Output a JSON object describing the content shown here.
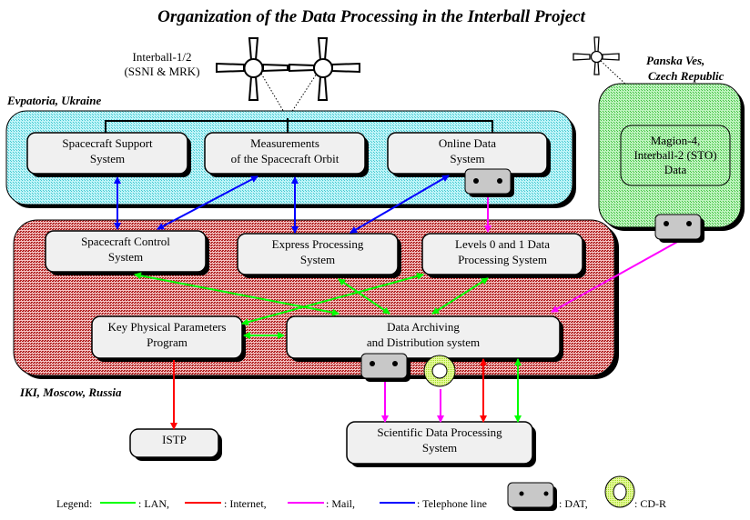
{
  "title": "Organization of the Data Processing in the Interball Project",
  "satellites": {
    "main_label_line1": "Interball-1/2",
    "main_label_line2": "(SSNI & MRK)"
  },
  "regions": {
    "evpatoria": {
      "label": "Evpatoria, Ukraine",
      "color": "#66e0e8"
    },
    "iki": {
      "label": "IKI, Moscow, Russia",
      "color": "#c83c3c"
    },
    "panska": {
      "label_line1": "Panska Ves,",
      "label_line2": "Czech Republic",
      "color": "#7ee07e"
    }
  },
  "boxes": {
    "spacecraft_support": [
      "Spacecraft Support",
      "System"
    ],
    "measurements_orbit": [
      "Measurements",
      "of the Spacecraft Orbit"
    ],
    "online_data": [
      "Online Data",
      "System"
    ],
    "magion": [
      "Magion-4,",
      "Interball-2 (STO)",
      "Data"
    ],
    "spacecraft_control": [
      "Spacecraft Control",
      "System"
    ],
    "express_processing": [
      "Express Processing",
      "System"
    ],
    "levels_01": [
      "Levels 0 and 1 Data",
      "Processing System"
    ],
    "key_physical": [
      "Key Physical Parameters",
      "Program"
    ],
    "data_archiving": [
      "Data Archiving",
      "and Distribution system"
    ],
    "istp": [
      "ISTP"
    ],
    "scientific": [
      "Scientific Data Processing",
      "System"
    ]
  },
  "colors": {
    "lan": "#00ff00",
    "internet": "#ff0000",
    "mail": "#ff00ff",
    "telephone": "#0000ff",
    "box_fill": "#f0f0f0",
    "dat_fill": "#c8c8c8",
    "cdr_fill": "#c8f040"
  },
  "legend": {
    "label": "Legend:",
    "lan": ": LAN,",
    "internet": ": Internet,",
    "mail": ": Mail,",
    "telephone": ": Telephone line",
    "dat": ": DAT,",
    "cdr": ": CD-R"
  }
}
